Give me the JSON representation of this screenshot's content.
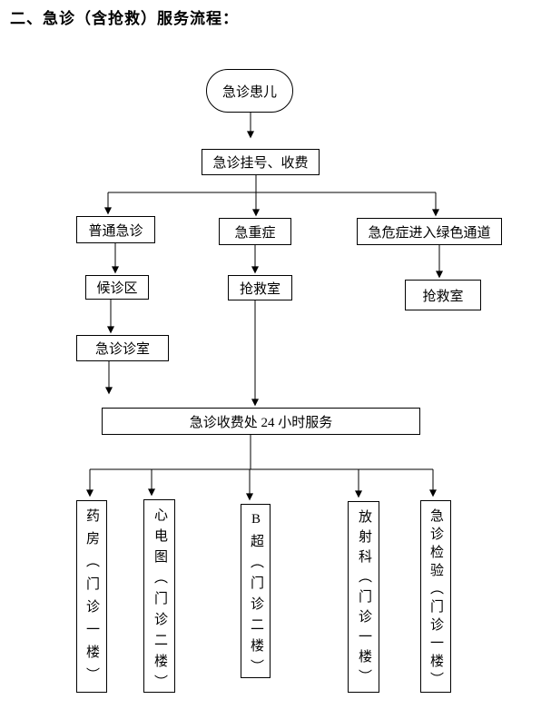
{
  "page": {
    "title": "二、急诊（含抢救）服务流程："
  },
  "flowchart": {
    "nodes": {
      "patient": "急诊患儿",
      "registration": "急诊挂号、收费",
      "common_emergency": "普通急诊",
      "severe": "急重症",
      "critical_green_channel": "急危症进入绿色通道",
      "waiting_area": "候诊区",
      "rescue_room_center": "抢救室",
      "rescue_room_right": "抢救室",
      "er_consult_room": "急诊诊室",
      "fee_office_24h": "急诊收费处 24 小时服务",
      "pharmacy": "药房（门诊一楼）",
      "ecg": "心电图（门诊二楼）",
      "ultrasound": "B超（门诊二楼）",
      "radiology": "放射科（门诊一楼）",
      "emergency_lab": "急诊检验（门诊一楼）"
    }
  }
}
